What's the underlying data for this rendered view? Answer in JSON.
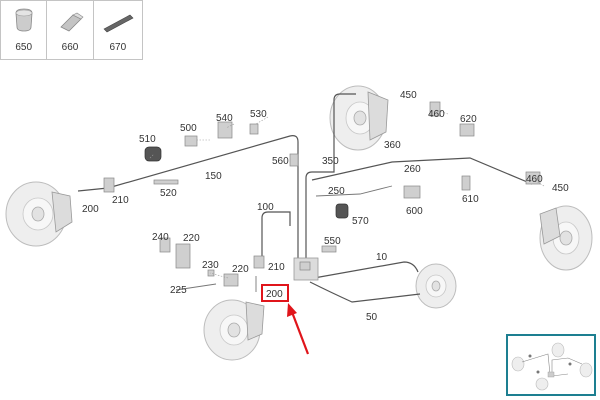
{
  "legend": {
    "items": [
      {
        "part": "650",
        "icon": "rubber-plug-icon"
      },
      {
        "part": "660",
        "icon": "hex-nut-icon"
      },
      {
        "part": "670",
        "icon": "pin-icon"
      }
    ]
  },
  "callouts": {
    "c10": "10",
    "c50": "50",
    "c100": "100",
    "c150": "150",
    "c200_left": "200",
    "c200_highlight": "200",
    "c210_left": "210",
    "c210_center": "210",
    "c220_top": "220",
    "c220_bottom": "220",
    "c225": "225",
    "c230": "230",
    "c240": "240",
    "c250": "250",
    "c260": "260",
    "c350": "350",
    "c360": "360",
    "c450_top": "450",
    "c450_right": "450",
    "c460_top": "460",
    "c460_right": "460",
    "c500": "500",
    "c510": "510",
    "c520": "520",
    "c530": "530",
    "c540": "540",
    "c550": "550",
    "c560": "560",
    "c570": "570",
    "c600": "600",
    "c610": "610",
    "c620": "620"
  },
  "highlight": {
    "part": "200",
    "color": "#e0151b"
  },
  "colors": {
    "frame": "#c4c4c4",
    "thumbnail_border": "#1d7f91"
  }
}
